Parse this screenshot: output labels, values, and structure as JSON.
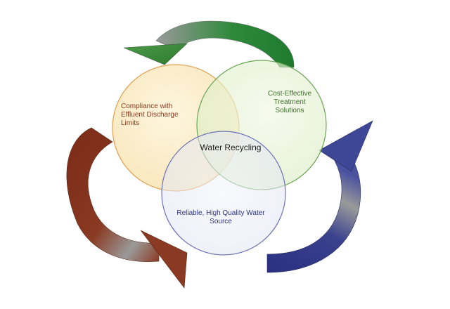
{
  "diagram": {
    "circles": {
      "compliance": {
        "label": "Compliance with\nEffluent Discharge\nLimits",
        "stroke": "#e0a050",
        "fill": "#fbe8b8"
      },
      "cost": {
        "label": "Cost-Effective\nTreatment\nSolutions",
        "stroke": "#6aa556",
        "fill": "#e2f0cc"
      },
      "reliable": {
        "label": "Reliable, High Quality Water\nSource",
        "stroke": "#6d74b6",
        "fill": "#e6e8f6"
      }
    },
    "center_label": "Water Recycling",
    "arrows": {
      "top": {
        "colors": [
          "#1f7a2e",
          "#9a9a9a"
        ]
      },
      "left": {
        "colors": [
          "#7a2a16",
          "#9a9a9a"
        ]
      },
      "right": {
        "colors": [
          "#2a2f80",
          "#9a9a9a"
        ]
      }
    }
  }
}
